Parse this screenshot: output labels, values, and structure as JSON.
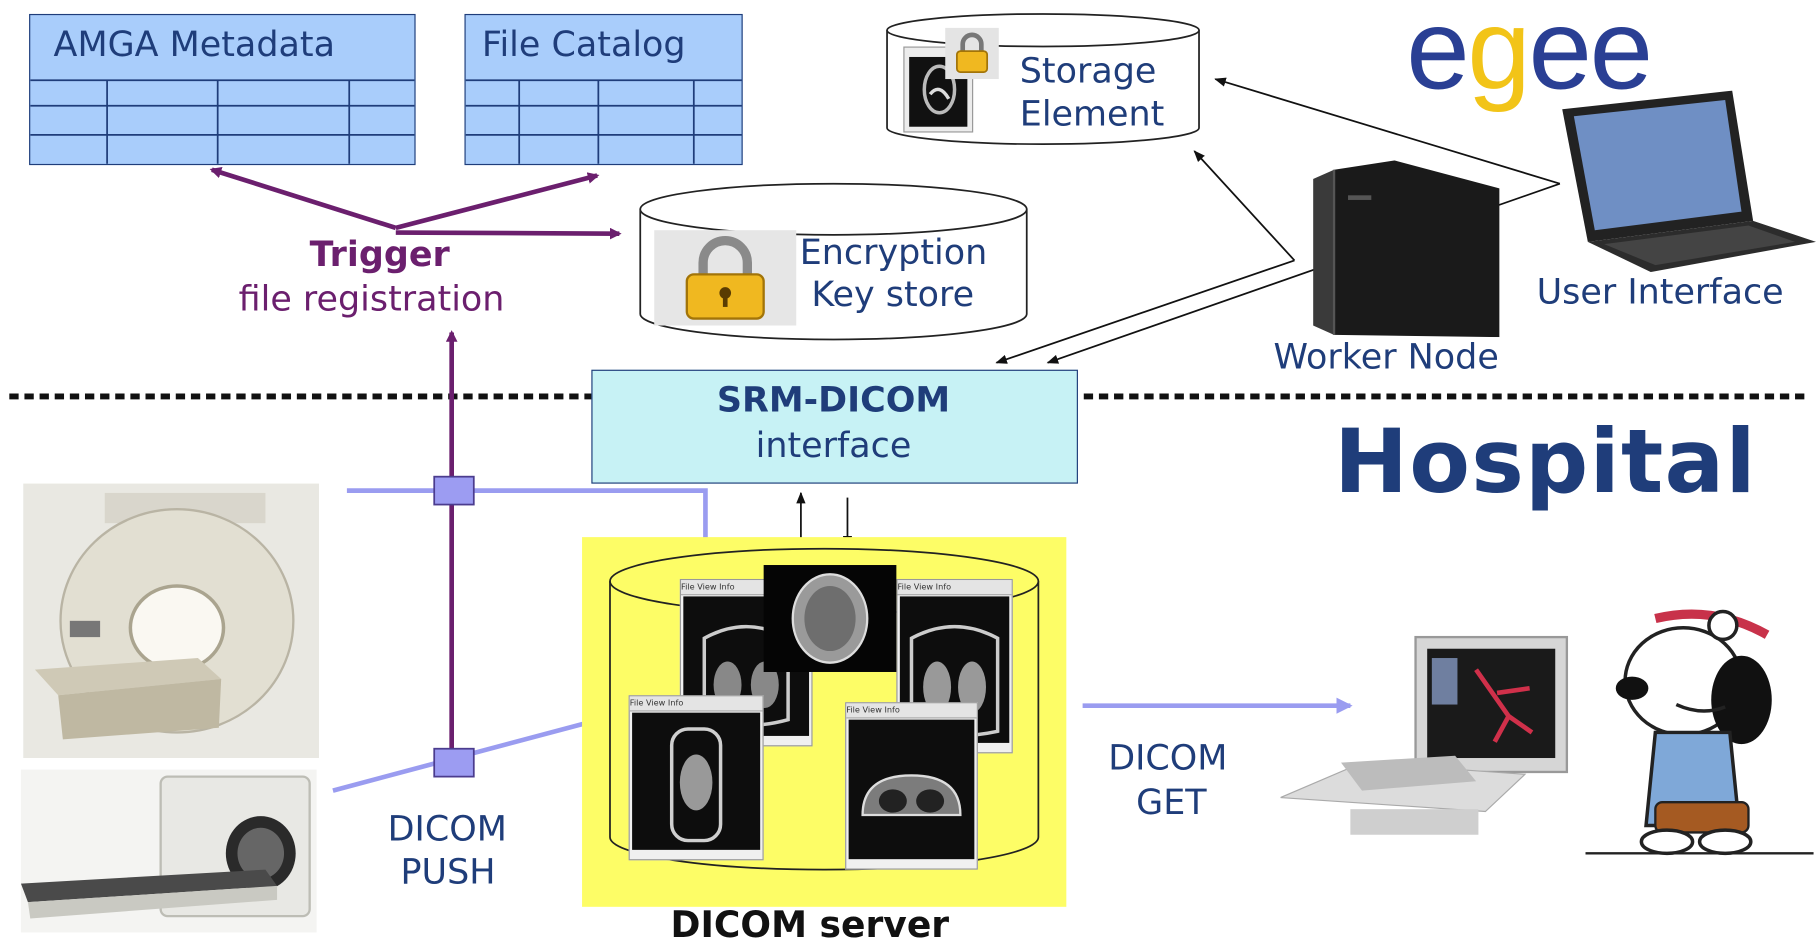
{
  "top": {
    "amga_table_title": "AMGA Metadata",
    "file_catalog_title": "File Catalog",
    "trigger_title": "Trigger",
    "trigger_subtitle": "file registration",
    "encryption_line1": "Encryption",
    "encryption_line2": "Key store",
    "storage_line1": "Storage",
    "storage_line2": "Element",
    "worker_node": "Worker Node",
    "user_interface": "User Interface"
  },
  "logo": {
    "text": "egee",
    "colors": [
      "#2a3f94",
      "#f2c418",
      "#2a3f94",
      "#2a3f94"
    ]
  },
  "hospital": {
    "title": "Hospital",
    "srm_title": "SRM-DICOM",
    "srm_subtitle": "interface",
    "dicom_server": "DICOM server",
    "push_line1": "DICOM",
    "push_line2": "PUSH",
    "get_line1": "DICOM",
    "get_line2": "GET",
    "thumb_menu": "File  View  Info"
  },
  "colors": {
    "table_fill": "#a9cdfb",
    "table_border": "#1f3d7a",
    "purple": "#6b1f6e",
    "light_blue_arrow": "#9a9cf0",
    "srm_fill": "#c7f2f5",
    "server_fill": "#fdfd66",
    "hospital_text": "#1f3d7a"
  },
  "icons": [
    "lock-icon",
    "server-tower-icon",
    "laptop-icon",
    "mri-scanner-icon",
    "ct-scanner-icon",
    "workstation-icon",
    "doctor-snoopy-icon"
  ]
}
